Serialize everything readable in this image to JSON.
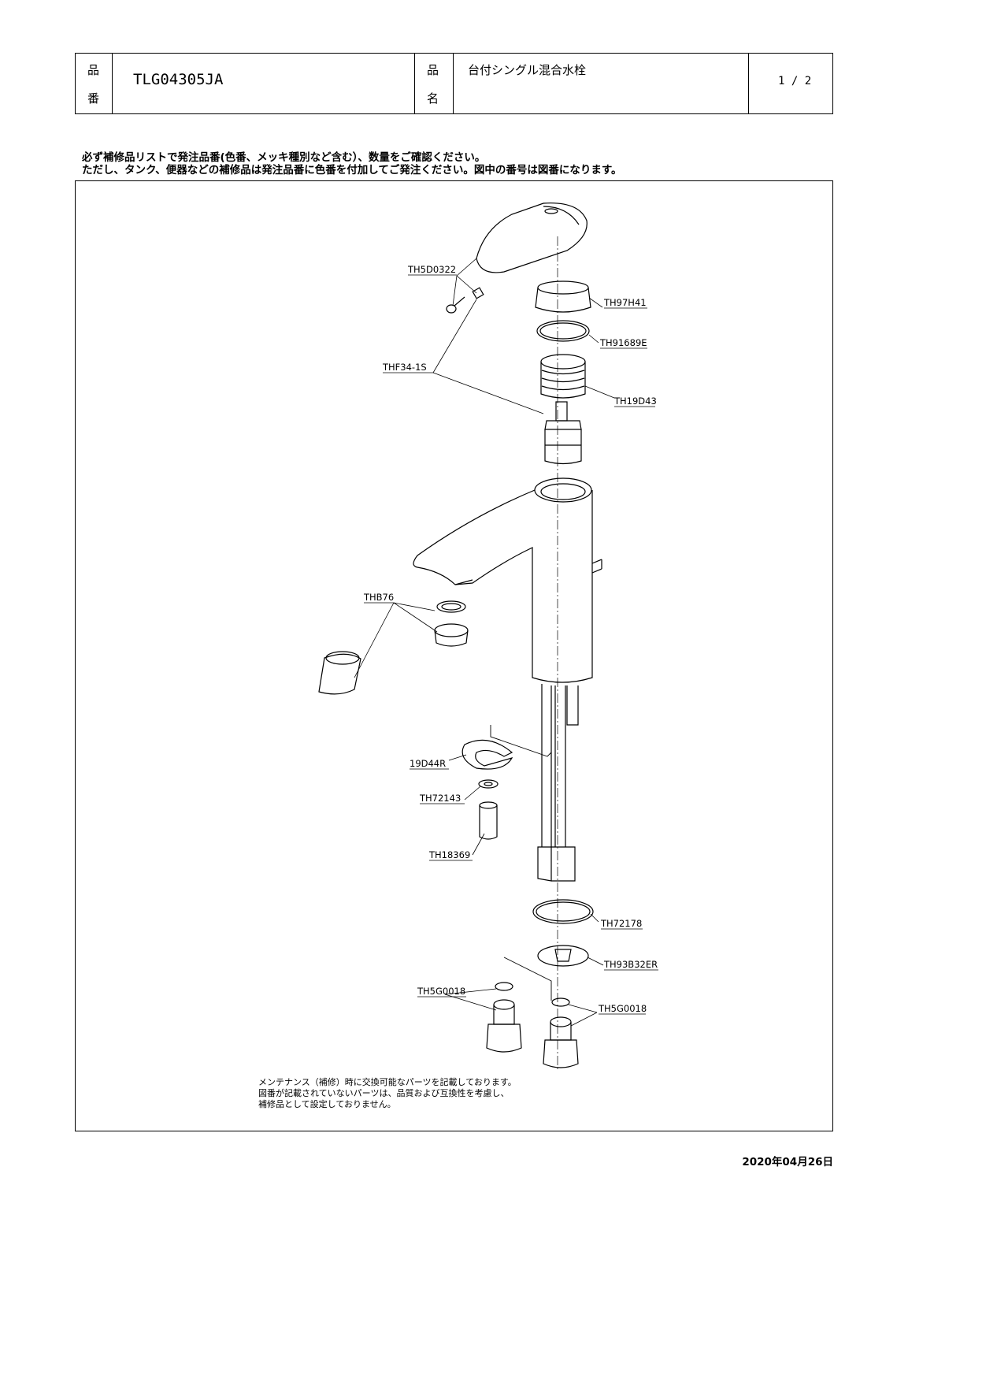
{
  "header": {
    "part_no_label_1": "品",
    "part_no_label_2": "番",
    "part_no": "TLG04305JA",
    "name_label_1": "品",
    "name_label_2": "名",
    "product_name": "台付シングル混合水栓",
    "page": "1 / 2"
  },
  "notice": {
    "line1": "必ず補修品リストで発注品番(色番、メッキ種別など含む）、数量をご確認ください。",
    "line2": "ただし、タンク、便器などの補修品は発注品番に色番を付加してご発注ください。図中の番号は図番になります。"
  },
  "parts": {
    "handle": "TH5D0322",
    "thf": "THF34-1S",
    "cap": "TH97H41",
    "oring": "TH91689E",
    "nut": "TH19D43",
    "aerator": "THB76",
    "washer": "19D44R",
    "w2": "TH72143",
    "spacer": "TH18369",
    "packing": "TH72178",
    "plate": "TH93B32ER",
    "hose_l": "TH5G0018",
    "hose_r": "TH5G0018"
  },
  "footer": {
    "line1": "メンテナンス（補修）時に交換可能なパーツを記載しております。",
    "line2": "図番が記載されていないパーツは、品質および互換性を考慮し、",
    "line3": "補修品として設定しておりません。"
  },
  "date": "2020年04月26日"
}
